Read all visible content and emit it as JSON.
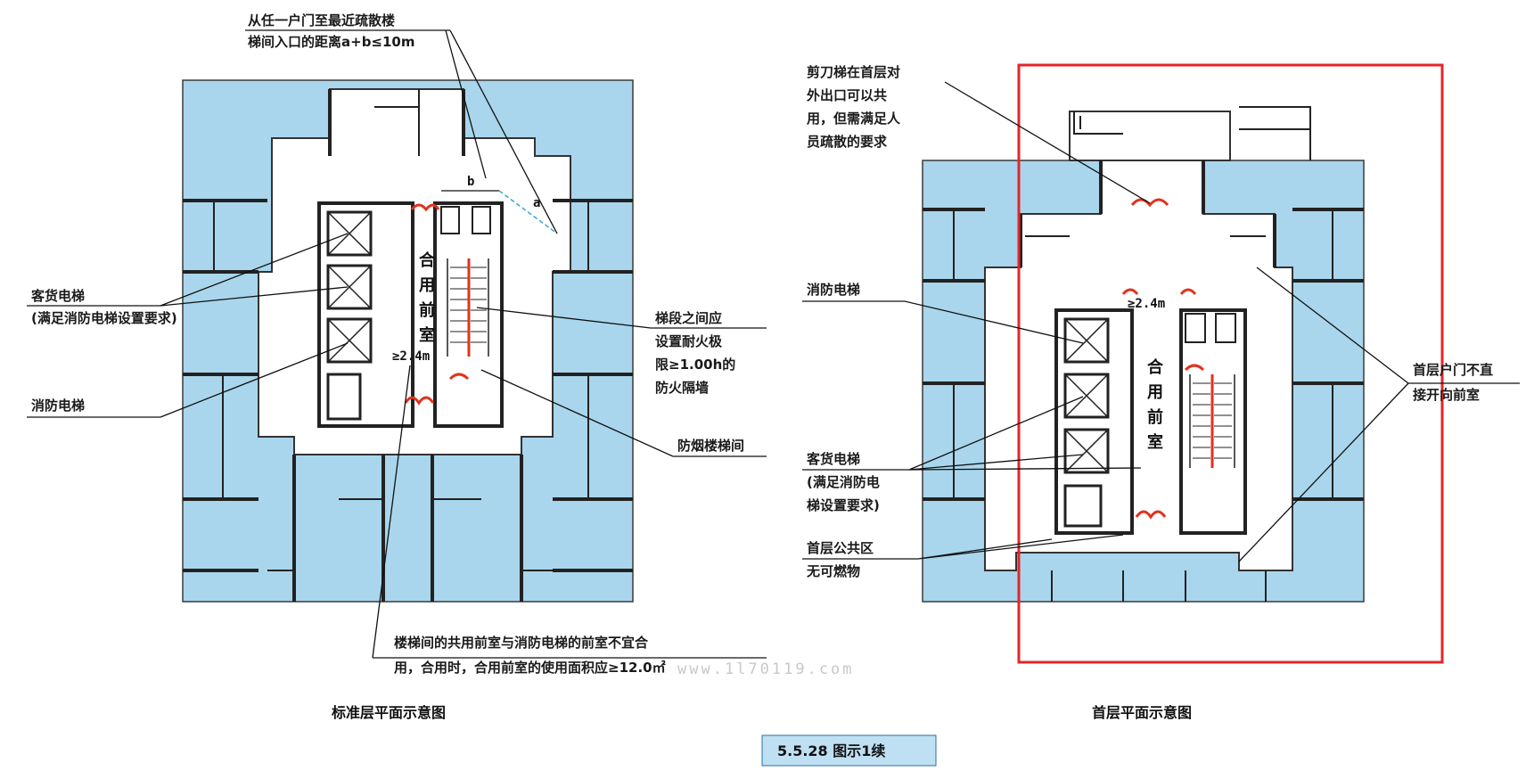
{
  "left_plan": {
    "caption": "标准层平面示意图",
    "top_note": [
      "从任一户门至最近疏散楼",
      "梯间入口的距离a+b≤10m"
    ],
    "passenger_elevator_note": [
      "客货电梯",
      "(满足消防电梯设置要求)"
    ],
    "fire_elevator_note": "消防电梯",
    "firewall_note": [
      "梯段之间应",
      "设置耐火极",
      "限≥1.00h的",
      "防火隔墙"
    ],
    "smoke_stair_note": "防烟楼梯间",
    "bottom_note": [
      "楼梯间的共用前室与消防电梯的前室不宜合",
      "用，合用时，合用前室的使用面积应≥12.0㎡"
    ],
    "lobby_label": [
      "合",
      "用",
      "前",
      "室"
    ],
    "dim_width": "≥2.4m",
    "dim_a": "a",
    "dim_b": "b"
  },
  "right_plan": {
    "caption": "首层平面示意图",
    "scissor_note": [
      "剪刀梯在首层对",
      "外出口可以共",
      "用，但需满足人",
      "员疏散的要求"
    ],
    "fire_elevator_note": "消防电梯",
    "passenger_elevator_note": [
      "客货电梯",
      "(满足消防电",
      "梯设置要求)"
    ],
    "public_area_note": [
      "首层公共区",
      "无可燃物"
    ],
    "door_note": [
      "首层户门不直",
      "接开向前室"
    ],
    "lobby_label": [
      "合",
      "用",
      "前",
      "室"
    ],
    "dim_width": "≥2.4m"
  },
  "figure_tag": "5.5.28 图示1续",
  "watermark": "www.1l70119.com",
  "colors": {
    "unit_fill": "#a9d6ec",
    "fire_door_red": "#e2321c",
    "highlight_box": "#e3262a",
    "tag_bg": "#bfe0f2"
  }
}
